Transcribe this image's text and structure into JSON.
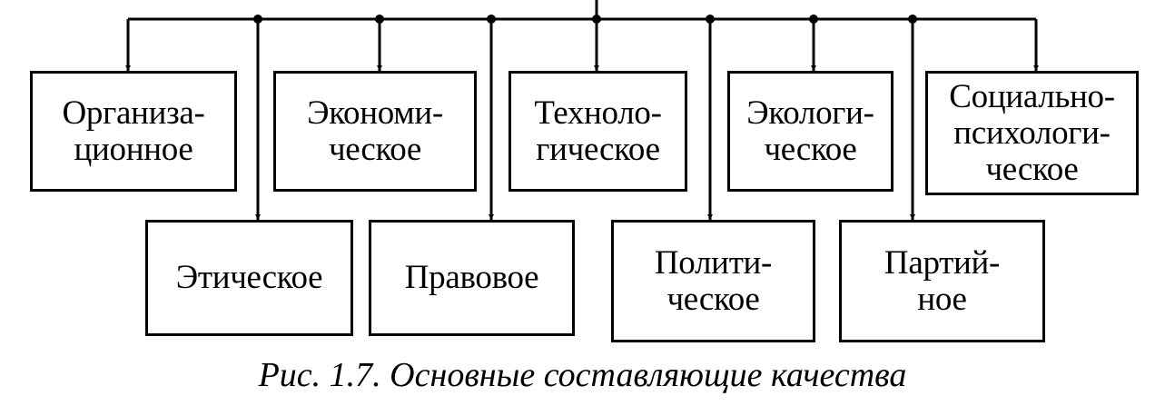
{
  "diagram": {
    "top_row": [
      {
        "id": "organizational",
        "label": "Организа-\nционное"
      },
      {
        "id": "economic",
        "label": "Экономи-\nческое"
      },
      {
        "id": "technological",
        "label": "Техноло-\nгическое"
      },
      {
        "id": "ecological",
        "label": "Экологи-\nческое"
      },
      {
        "id": "socio-psychological",
        "label": "Социально-\nпсихологи-\nческое"
      }
    ],
    "bottom_row": [
      {
        "id": "ethical",
        "label": "Этическое"
      },
      {
        "id": "legal",
        "label": "Правовое"
      },
      {
        "id": "political",
        "label": "Полити-\nческое"
      },
      {
        "id": "party",
        "label": "Партий-\nное"
      }
    ]
  },
  "caption": "Рис. 1.7. Основные составляющие качества"
}
